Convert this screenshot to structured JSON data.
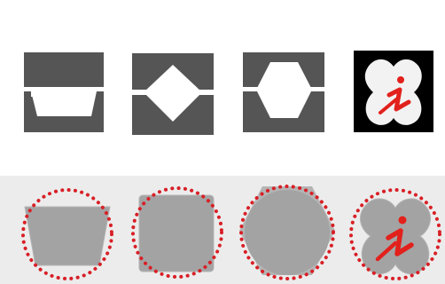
{
  "colors": {
    "background": "#ffffff",
    "band": "#ececec",
    "die_dark": "#555555",
    "die_light": "#f2f2f2",
    "black_frame": "#000000",
    "shape_gray": "#a3a3a3",
    "shape_outline": "#b4b4b4",
    "dot_red": "#d81f26",
    "logo_red": "#e2211c"
  },
  "top_row": [
    {
      "name": "tray-die",
      "shape": "open-tray"
    },
    {
      "name": "diamond-die",
      "shape": "diamond"
    },
    {
      "name": "hexagon-die",
      "shape": "hexagon"
    },
    {
      "name": "logo-tile",
      "shape": "logo-blob",
      "icon": "stick-figure-logo"
    }
  ],
  "bottom_row": [
    {
      "name": "trapezoid-in-circle",
      "shape": "trapezoid"
    },
    {
      "name": "square-in-circle",
      "shape": "rounded-square"
    },
    {
      "name": "hexagon-in-circle",
      "shape": "hexagon"
    },
    {
      "name": "logo-in-circle",
      "shape": "logo-blob",
      "icon": "stick-figure-logo"
    }
  ]
}
